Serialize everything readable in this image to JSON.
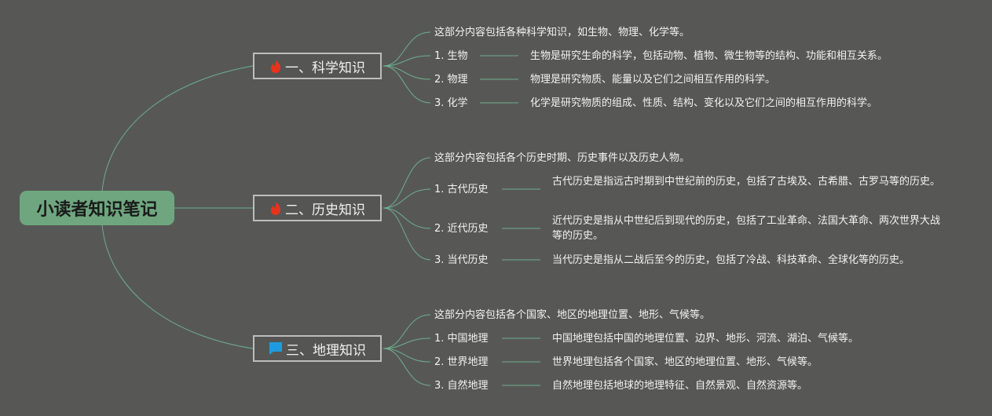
{
  "root": {
    "title": "小读者知识笔记"
  },
  "branches": [
    {
      "title": "一、科学知识",
      "icon": "flame-icon",
      "intro": "这部分内容包括各种科学知识，如生物、物理、化学等。",
      "items": [
        {
          "label": "1. 生物",
          "desc": "生物是研究生命的科学，包括动物、植物、微生物等的结构、功能和相互关系。"
        },
        {
          "label": "2. 物理",
          "desc": "物理是研究物质、能量以及它们之间相互作用的科学。"
        },
        {
          "label": "3. 化学",
          "desc": "化学是研究物质的组成、性质、结构、变化以及它们之间的相互作用的科学。"
        }
      ]
    },
    {
      "title": "二、历史知识",
      "icon": "flame-icon",
      "intro": "这部分内容包括各个历史时期、历史事件以及历史人物。",
      "items": [
        {
          "label": "1. 古代历史",
          "desc": "古代历史是指远古时期到中世纪前的历史，包括了古埃及、古希腊、古罗马等的历史。"
        },
        {
          "label": "2. 近代历史",
          "desc": "近代历史是指从中世纪后到现代的历史，包括了工业革命、法国大革命、两次世界大战等的历史。"
        },
        {
          "label": "3. 当代历史",
          "desc": "当代历史是指从二战后至今的历史，包括了冷战、科技革命、全球化等的历史。"
        }
      ]
    },
    {
      "title": "三、地理知识",
      "icon": "flag-icon",
      "intro": "这部分内容包括各个国家、地区的地理位置、地形、气候等。",
      "items": [
        {
          "label": "1. 中国地理",
          "desc": "中国地理包括中国的地理位置、边界、地形、河流、湖泊、气候等。"
        },
        {
          "label": "2. 世界地理",
          "desc": "世界地理包括各个国家、地区的地理位置、地形、气候等。"
        },
        {
          "label": "3. 自然地理",
          "desc": "自然地理包括地球的地理特征、自然景观、自然资源等。"
        }
      ]
    }
  ],
  "colors": {
    "background": "#575856",
    "root": "#6fa67f",
    "link": "#6fae8f",
    "flame": "#e8331c",
    "flag": "#1e9be0"
  }
}
